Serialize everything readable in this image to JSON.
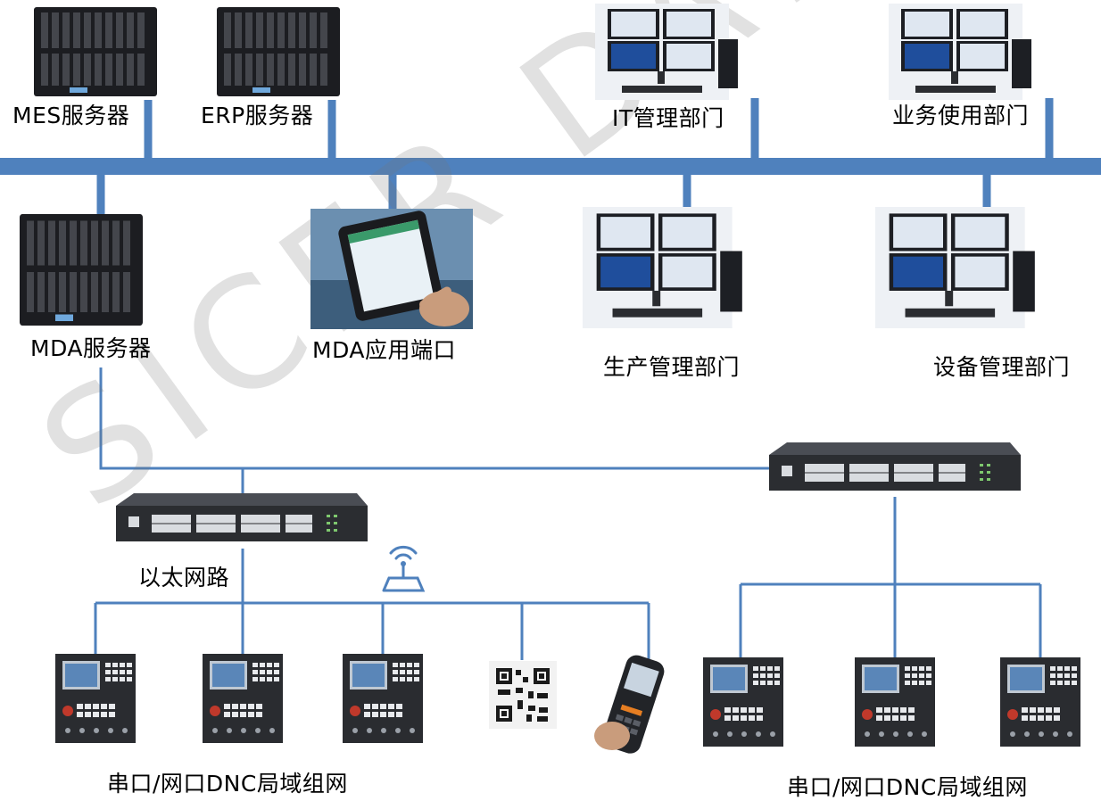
{
  "watermark": "SICER DATA",
  "colors": {
    "bus": "#4f81bd",
    "device_dark": "#2b2d31",
    "monitor_screen": "#1f4e9c",
    "panel_red": "#c0392b"
  },
  "labels": {
    "mes_server": "MES服务器",
    "erp_server": "ERP服务器",
    "it_dept": "IT管理部门",
    "biz_dept": "业务使用部门",
    "mda_server": "MDA服务器",
    "mda_terminal": "MDA应用端口",
    "prod_dept": "生产管理部门",
    "equip_dept": "设备管理部门",
    "ethernet": "以太网路",
    "dnc_left": "串口/网口DNC局域组网",
    "dnc_right": "串口/网口DNC局域组网"
  },
  "icons": {
    "server": "blade-server-icon",
    "workstation": "dual-monitor-workstation-icon",
    "tablet": "tablet-touch-icon",
    "switch": "network-switch-icon",
    "wifi": "wifi-access-point-icon",
    "cnc": "cnc-controller-icon",
    "qr": "qr-code-icon",
    "scanner": "handheld-scanner-icon"
  }
}
